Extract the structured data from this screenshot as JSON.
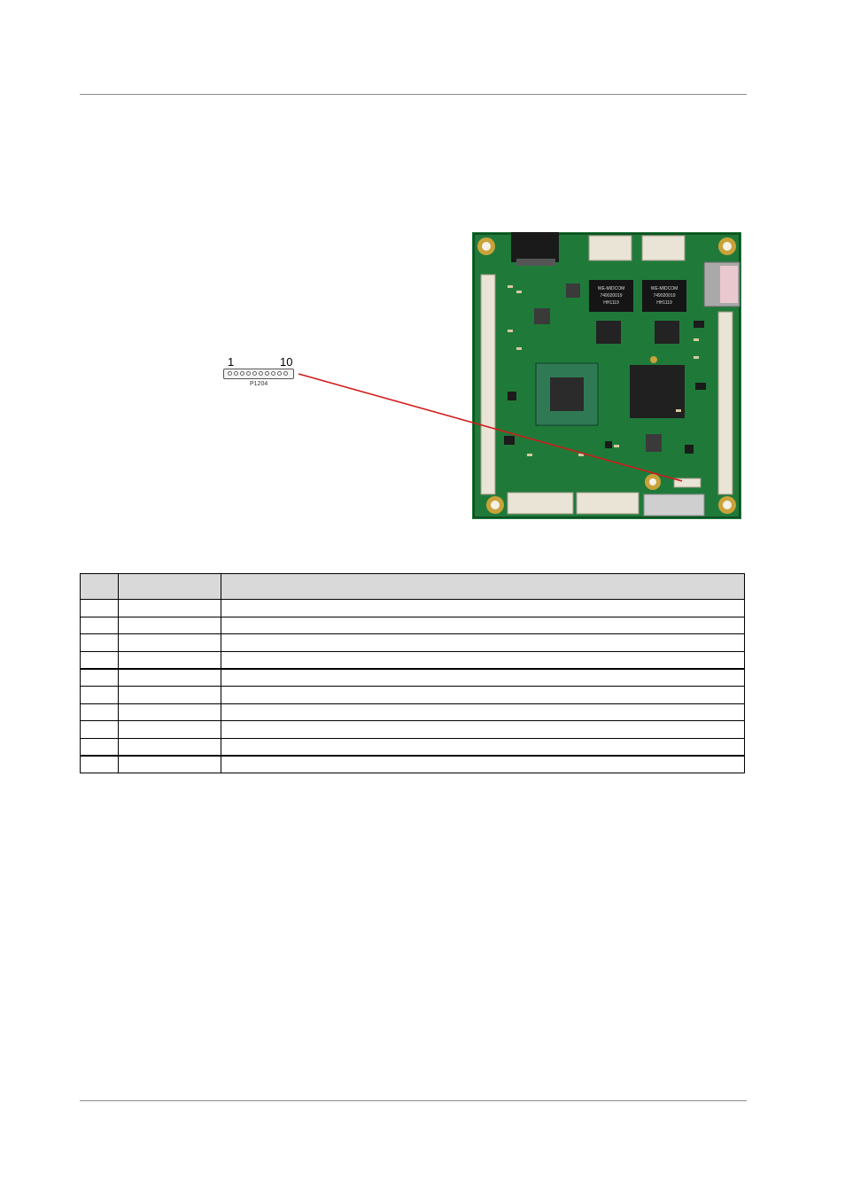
{
  "connector": {
    "first_pin": "1",
    "last_pin": "10",
    "name": "P1204"
  },
  "board": {
    "chips": [
      {
        "label": "WE-MIDCOM"
      },
      {
        "label": "749020019"
      },
      {
        "label": "HH1119"
      }
    ]
  },
  "colors": {
    "pcb": "#1f7a3a",
    "pointer_line": "#d21a1a",
    "table_header": "#d9d9d9"
  },
  "pin_table": {
    "headers": [
      "",
      "",
      ""
    ],
    "rows": [
      [
        "",
        "",
        ""
      ],
      [
        "",
        "",
        ""
      ],
      [
        "",
        "",
        ""
      ],
      [
        "",
        "",
        ""
      ],
      [
        "",
        "",
        ""
      ],
      [
        "",
        "",
        ""
      ],
      [
        "",
        "",
        ""
      ],
      [
        "",
        "",
        ""
      ],
      [
        "",
        "",
        ""
      ],
      [
        "",
        "",
        ""
      ]
    ]
  }
}
